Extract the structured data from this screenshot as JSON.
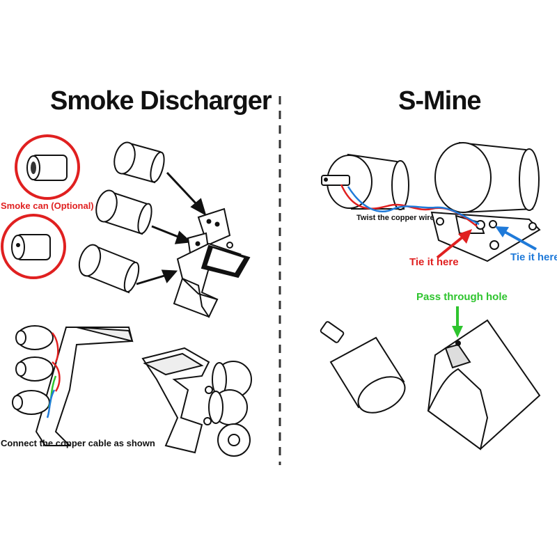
{
  "smoke_discharger": {
    "title": "Smoke Discharger",
    "smoke_can_label": "Smoke can (Optional)",
    "connect_label": "Connect the copper cable as shown"
  },
  "s_mine": {
    "title": "S-Mine",
    "twist_label": "Twist the copper wire",
    "tie_red_label": "Tie it here",
    "tie_blue_label": "Tie it here",
    "pass_label": "Pass through hole"
  },
  "colors": {
    "red": "#e02020",
    "blue": "#1f7ad9",
    "green": "#2ec42e",
    "line": "#111111"
  }
}
